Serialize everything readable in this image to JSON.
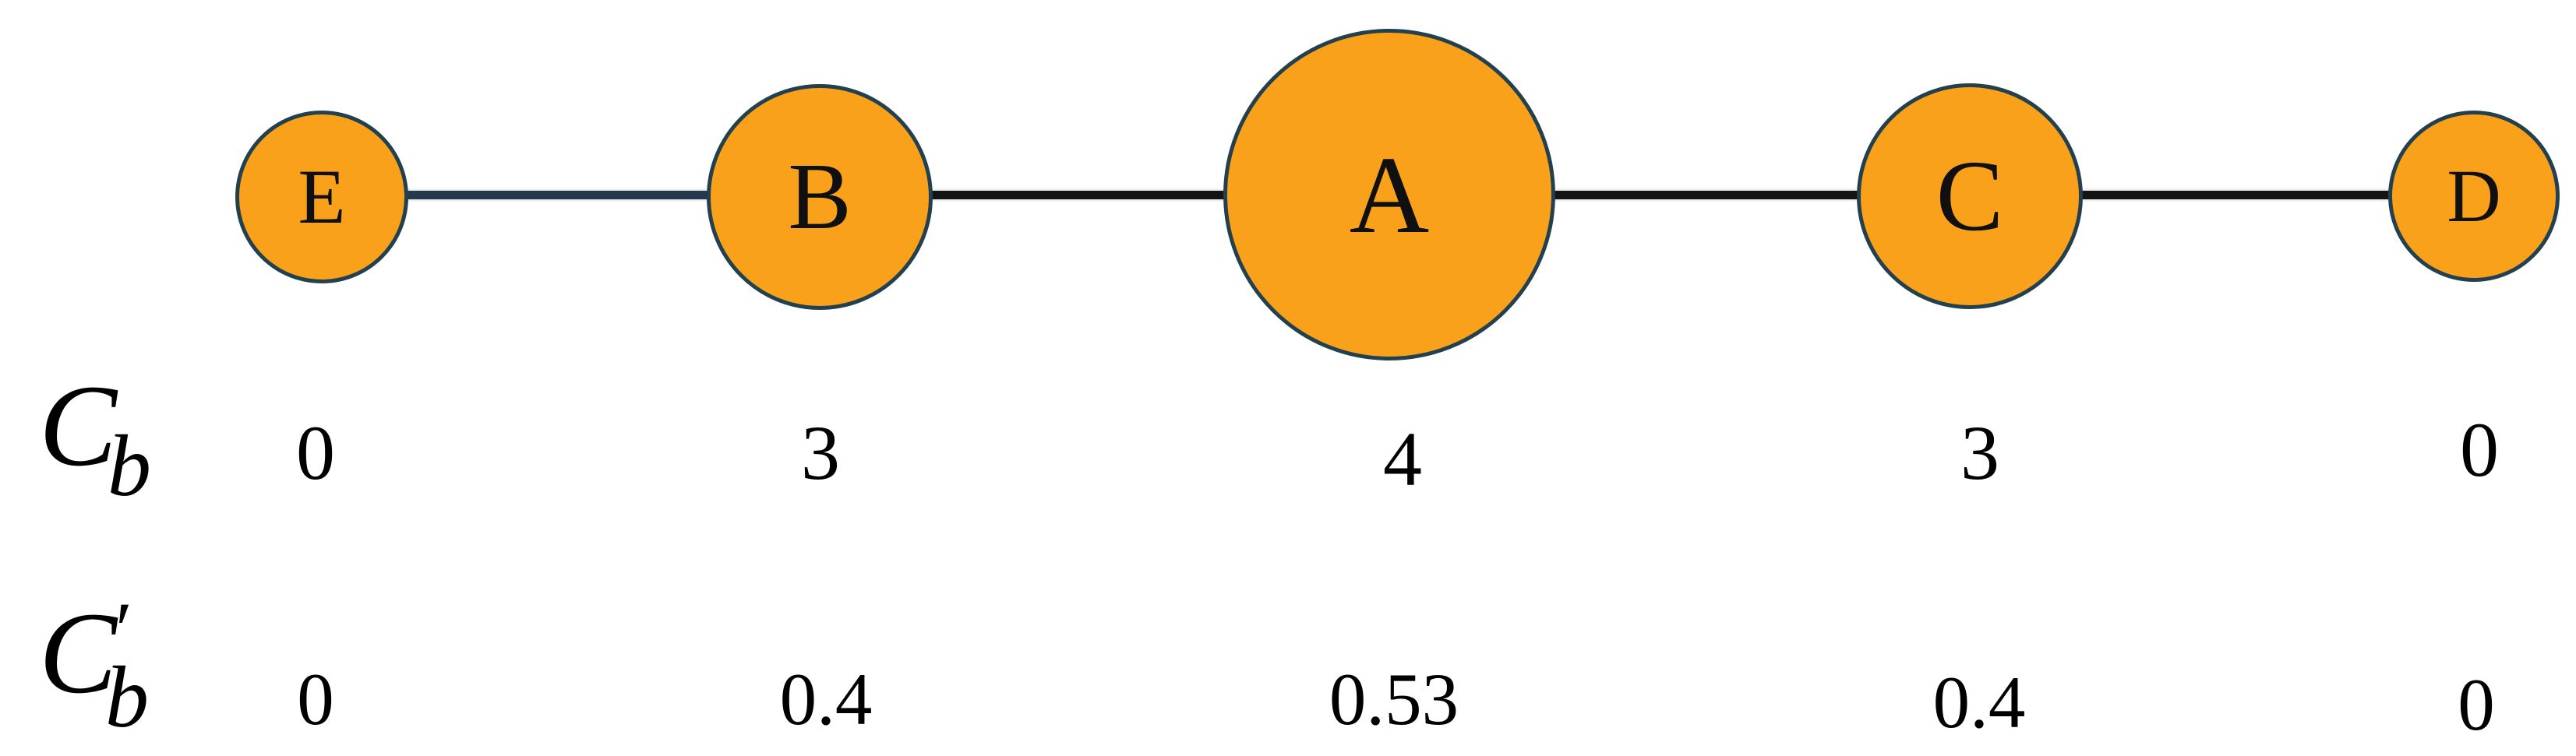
{
  "graph": {
    "type": "path-graph",
    "nodes": [
      {
        "id": "E",
        "label": "E",
        "c_b": "0",
        "c_b_norm": "0"
      },
      {
        "id": "B",
        "label": "B",
        "c_b": "3",
        "c_b_norm": "0.4"
      },
      {
        "id": "A",
        "label": "A",
        "c_b": "4",
        "c_b_norm": "0.53"
      },
      {
        "id": "C",
        "label": "C",
        "c_b": "3",
        "c_b_norm": "0.4"
      },
      {
        "id": "D",
        "label": "D",
        "c_b": "0",
        "c_b_norm": "0"
      }
    ],
    "edges": [
      [
        "E",
        "B"
      ],
      [
        "B",
        "A"
      ],
      [
        "A",
        "C"
      ],
      [
        "C",
        "D"
      ]
    ]
  },
  "metric_labels": {
    "base": "C",
    "sub": "b",
    "prime": "′"
  },
  "colors": {
    "background": "#FFFFFF",
    "node_fill": "#F9A11B",
    "node_border": "#23404E",
    "edge_dark": "#141414",
    "edge_navy": "#24384E",
    "text": "#000000"
  }
}
